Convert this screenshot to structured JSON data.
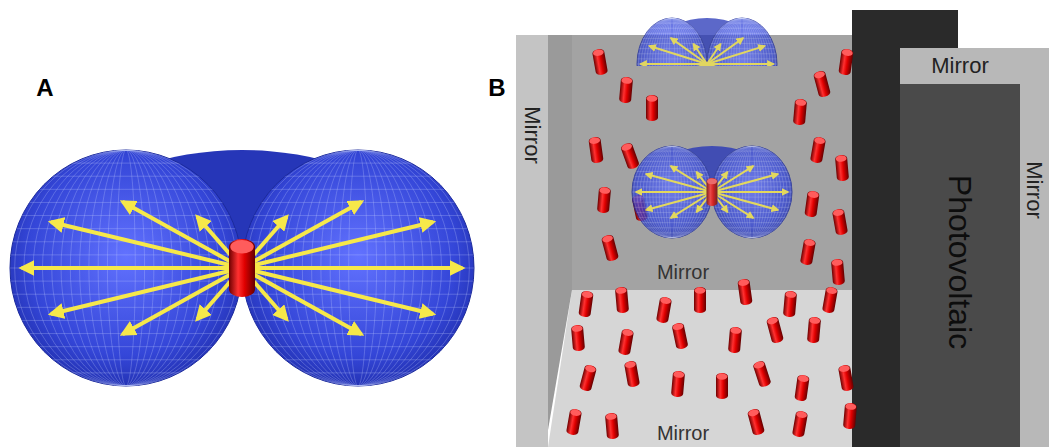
{
  "diagram": {
    "labels": [
      "A",
      "B",
      "Mirror",
      "Mirror",
      "Photovoltaic",
      "Mirror",
      "Mirror",
      "Mirror"
    ]
  }
}
